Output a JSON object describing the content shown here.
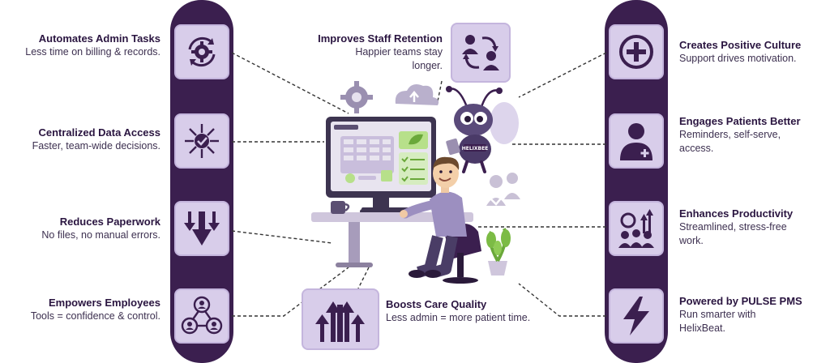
{
  "benefits_left": [
    {
      "title": "Automates Admin Tasks",
      "desc": "Less time on billing & records.",
      "icon": "gear-cycle-icon"
    },
    {
      "title": "Centralized Data Access",
      "desc": "Faster, team-wide decisions.",
      "icon": "hub-check-icon"
    },
    {
      "title": "Reduces Paperwork",
      "desc": "No files, no manual errors.",
      "icon": "down-arrows-icon"
    },
    {
      "title": "Empowers Employees",
      "desc": "Tools = confidence & control.",
      "icon": "people-network-icon"
    }
  ],
  "benefits_center": [
    {
      "title": "Improves Staff Retention",
      "desc": "Happier teams stay longer.",
      "icon": "people-exchange-icon"
    },
    {
      "title": "Boosts Care Quality",
      "desc": "Less admin = more patient time.",
      "icon": "up-arrows-icon"
    }
  ],
  "benefits_right": [
    {
      "title": "Creates Positive Culture",
      "desc": "Support drives motivation.",
      "icon": "plus-circle-icon"
    },
    {
      "title": "Engages Patients Better",
      "desc": "Reminders, self-serve, access.",
      "icon": "patient-icon"
    },
    {
      "title": "Enhances Productivity",
      "desc": "Streamlined, stress-free work.",
      "icon": "team-growth-icon"
    },
    {
      "title": "Powered by PULSE PMS",
      "desc": "Run smarter with HelixBeat.",
      "icon": "lightning-icon"
    }
  ],
  "mascot": {
    "badge": "HELIXBEE"
  },
  "colors": {
    "pillar": "#3b1f4f",
    "tile": "#d8cdea",
    "icon": "#3b1f4f",
    "accent": "#8bc34a"
  }
}
